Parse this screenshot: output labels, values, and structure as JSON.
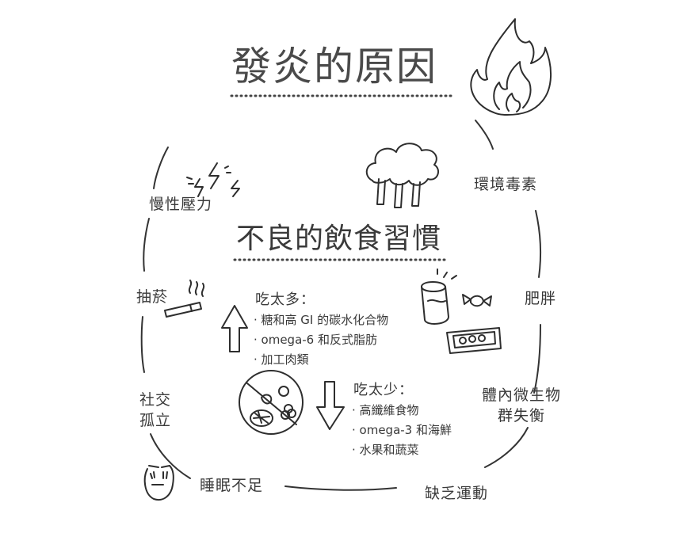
{
  "title": "發炎的原因",
  "subtitle": "不良的飲食習慣",
  "factors": {
    "chronic_stress": "慢性壓力",
    "smoking": "抽菸",
    "social_isolation_line1": "社交",
    "social_isolation_line2": "孤立",
    "sleep": "睡眠不足",
    "toxins": "環境毒素",
    "obesity": "肥胖",
    "microbiome_line1": "體內微生物",
    "microbiome_line2": "群失衡",
    "exercise": "缺乏運動"
  },
  "too_much": {
    "heading": "吃太多：",
    "items": [
      "· 糖和高 GI 的碳水化合物",
      "·  omega-6 和反式脂肪",
      "· 加工肉類"
    ]
  },
  "too_little": {
    "heading": "吃太少：",
    "items": [
      "· 高纖維食物",
      "·  omega-3 和海鮮",
      "· 水果和蔬菜"
    ]
  },
  "icons": [
    "fire-icon",
    "factory-icon",
    "lightning-icon",
    "cigarette-icon",
    "face-icon",
    "junk-food-icon",
    "up-arrow-icon",
    "down-arrow-icon",
    "no-healthy-food-icon"
  ]
}
